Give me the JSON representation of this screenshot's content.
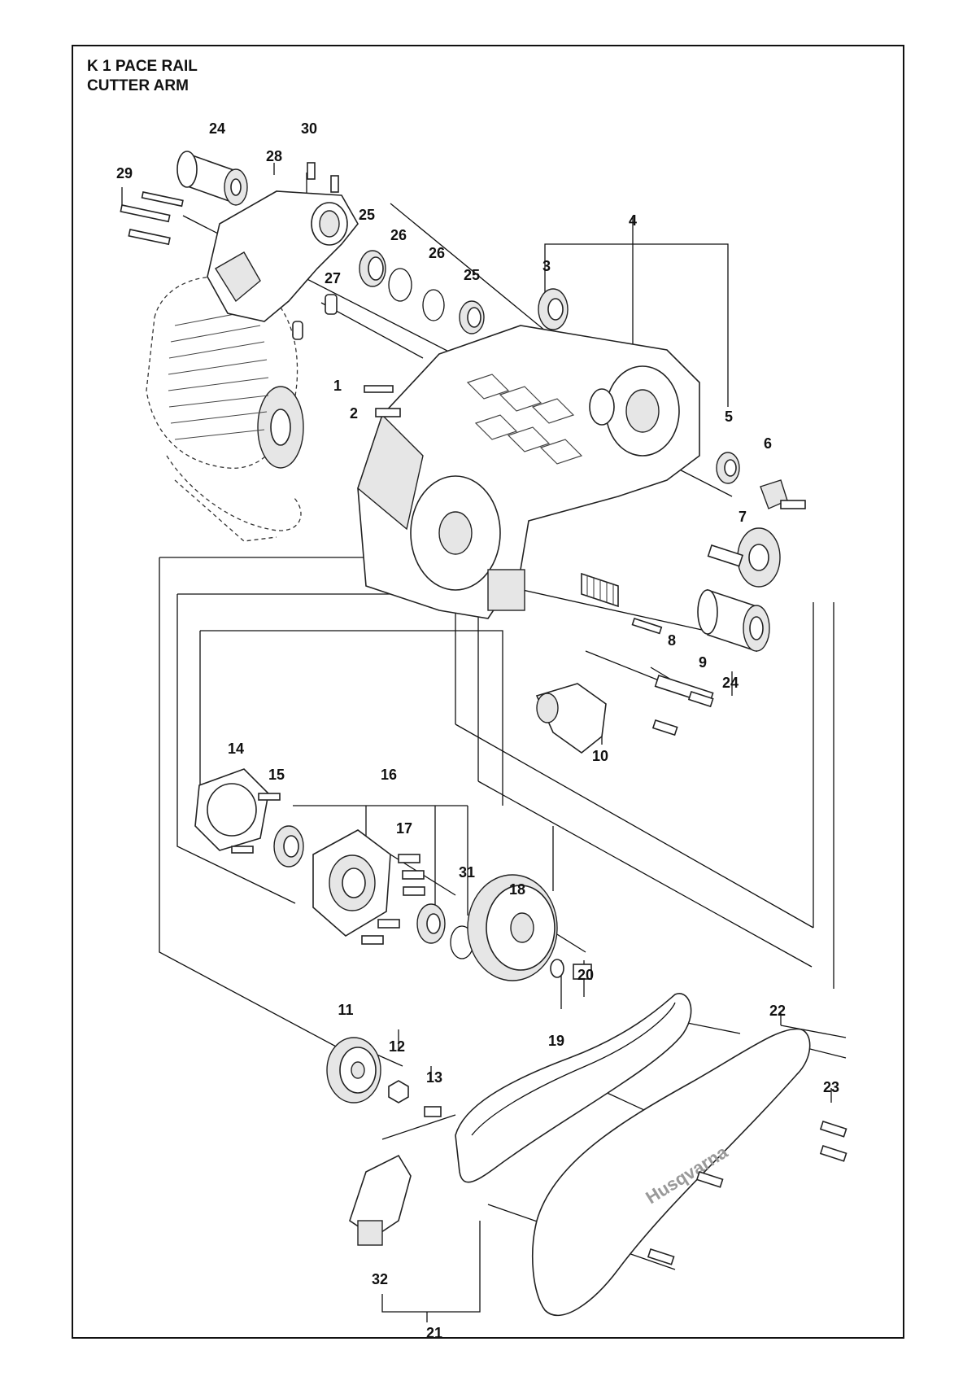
{
  "title": {
    "line1": "K 1 PACE RAIL",
    "line2": "CUTTER ARM"
  },
  "brand_text": "Husqvarna",
  "callouts": [
    {
      "id": "c1",
      "text": "1"
    },
    {
      "id": "c2",
      "text": "2"
    },
    {
      "id": "c3",
      "text": "3"
    },
    {
      "id": "c4",
      "text": "4"
    },
    {
      "id": "c5",
      "text": "5"
    },
    {
      "id": "c6",
      "text": "6"
    },
    {
      "id": "c7",
      "text": "7"
    },
    {
      "id": "c8",
      "text": "8"
    },
    {
      "id": "c9",
      "text": "9"
    },
    {
      "id": "c10",
      "text": "10"
    },
    {
      "id": "c11",
      "text": "11"
    },
    {
      "id": "c12",
      "text": "12"
    },
    {
      "id": "c13",
      "text": "13"
    },
    {
      "id": "c14",
      "text": "14"
    },
    {
      "id": "c15",
      "text": "15"
    },
    {
      "id": "c16",
      "text": "16"
    },
    {
      "id": "c17",
      "text": "17"
    },
    {
      "id": "c18",
      "text": "18"
    },
    {
      "id": "c19",
      "text": "19"
    },
    {
      "id": "c20",
      "text": "20"
    },
    {
      "id": "c21",
      "text": "21"
    },
    {
      "id": "c22",
      "text": "22"
    },
    {
      "id": "c23",
      "text": "23"
    },
    {
      "id": "c24a",
      "text": "24"
    },
    {
      "id": "c24b",
      "text": "24"
    },
    {
      "id": "c25a",
      "text": "25"
    },
    {
      "id": "c25b",
      "text": "25"
    },
    {
      "id": "c26a",
      "text": "26"
    },
    {
      "id": "c26b",
      "text": "26"
    },
    {
      "id": "c27",
      "text": "27"
    },
    {
      "id": "c28",
      "text": "28"
    },
    {
      "id": "c29",
      "text": "29"
    },
    {
      "id": "c30",
      "text": "30"
    },
    {
      "id": "c31",
      "text": "31"
    },
    {
      "id": "c32",
      "text": "32"
    }
  ]
}
